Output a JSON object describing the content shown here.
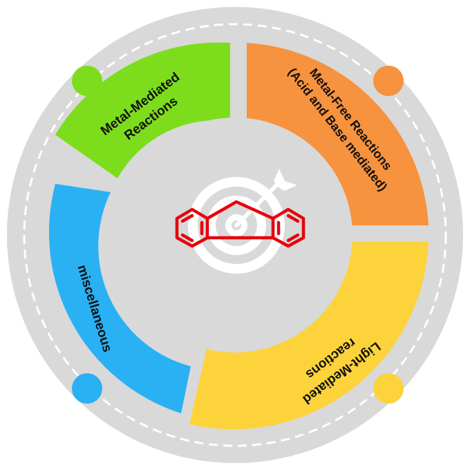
{
  "segments": [
    {
      "id": "metal-mediated",
      "lines": [
        "Metal-Mediated",
        "Reactions"
      ],
      "color": "#7ddd1c"
    },
    {
      "id": "metal-free",
      "lines": [
        "Metal-Free Reactions",
        "(Acid and Base mediated)"
      ],
      "color": "#f7923e"
    },
    {
      "id": "light-mediated",
      "lines": [
        "Light-Mediated",
        "reactions"
      ],
      "color": "#fdd33b"
    },
    {
      "id": "miscellaneous",
      "lines": [
        "miscellaneous"
      ],
      "color": "#2ab1f3"
    }
  ],
  "colors": {
    "outer_ring": "#d9d9d9",
    "inner_disc": "#d9d9d9",
    "dashed_track": "#ffffff",
    "target": "#ffffff",
    "molecule": "#e8000b"
  },
  "icons": {
    "center": "target-icon",
    "molecule": "fluorene-structure-icon"
  }
}
